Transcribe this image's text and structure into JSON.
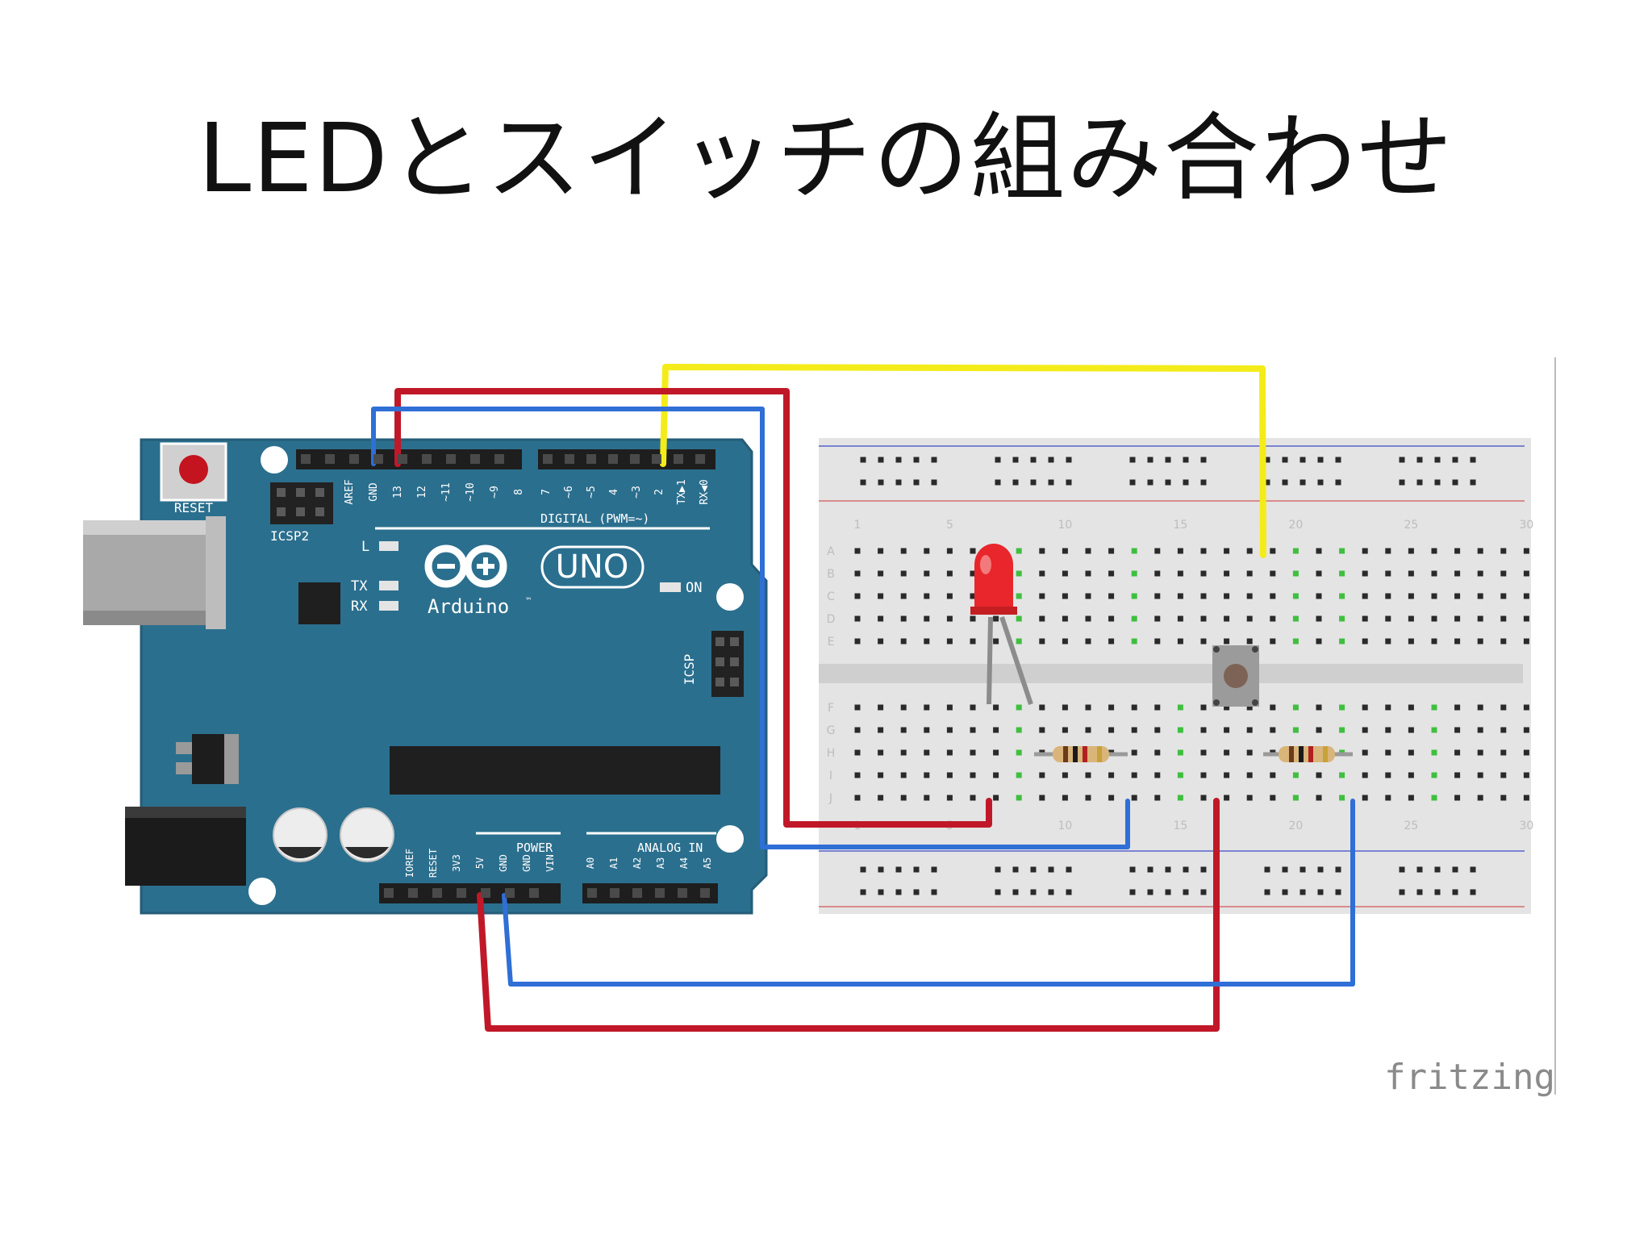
{
  "slide": {
    "title": "LEDとスイッチの組み合わせ"
  },
  "board": {
    "reset_label": "RESET",
    "icsp2_label": "ICSP2",
    "icsp_label": "ICSP",
    "brand_name": "Arduino",
    "trademark": "™",
    "model": "UNO",
    "l_label": "L",
    "tx_label": "TX",
    "rx_label": "RX",
    "on_label": "ON",
    "digital_label": "DIGITAL (PWM=~)",
    "power_label": "POWER",
    "analog_label": "ANALOG IN",
    "top_pins_left": [
      "AREF",
      "GND",
      "13",
      "12",
      "~11",
      "~10",
      "~9",
      "8"
    ],
    "top_pins_right": [
      "7",
      "~6",
      "~5",
      "4",
      "~3",
      "2",
      "TX▶1",
      "RX◀0"
    ],
    "power_pins": [
      "IOREF",
      "RESET",
      "3V3",
      "5V",
      "GND",
      "GND",
      "VIN"
    ],
    "analog_pins": [
      "A0",
      "A1",
      "A2",
      "A3",
      "A4",
      "A5"
    ]
  },
  "breadboard": {
    "row_labels_top": [
      "A",
      "B",
      "C",
      "D",
      "E"
    ],
    "row_labels_bottom": [
      "F",
      "G",
      "H",
      "I",
      "J"
    ],
    "column_labels": [
      "1",
      "5",
      "10",
      "15",
      "20",
      "25",
      "30"
    ]
  },
  "colors": {
    "board": "#2b6f8e",
    "wire_red": "#c01828",
    "wire_blue": "#2f6fd6",
    "wire_yellow": "#f4ec1a",
    "led": "#e8262b"
  },
  "watermark": "fritzing"
}
